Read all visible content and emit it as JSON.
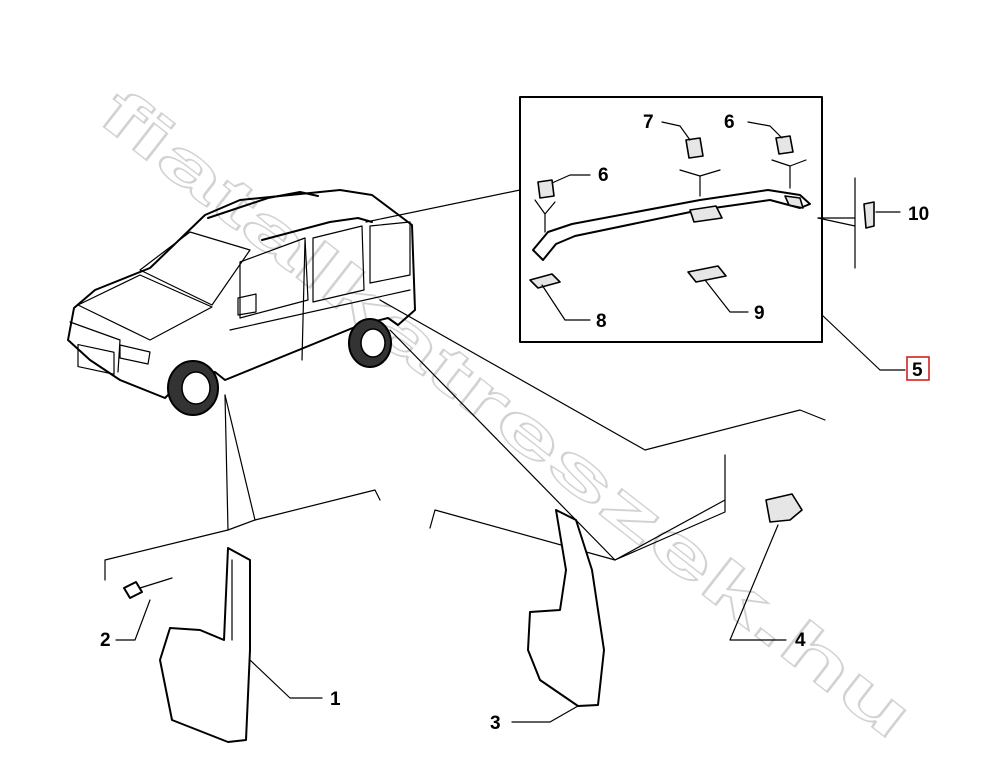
{
  "watermark": "fiatalkatreszek.hu",
  "callouts": {
    "c1": "1",
    "c2": "2",
    "c3": "3",
    "c4": "4",
    "c5": "5",
    "c6a": "6",
    "c6b": "6",
    "c7": "7",
    "c8": "8",
    "c9": "9",
    "c10": "10"
  },
  "colors": {
    "line": "#000000",
    "background": "#ffffff",
    "highlight": "#d22020",
    "watermark_outline": "#d2d2d2"
  }
}
